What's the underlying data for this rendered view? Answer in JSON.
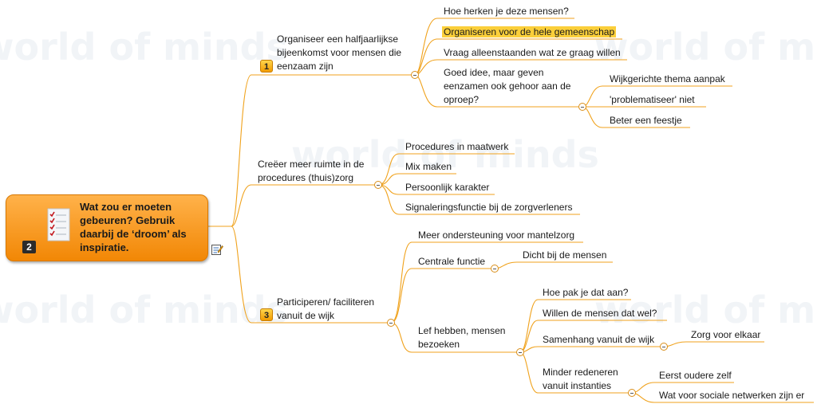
{
  "watermark": "world of minds",
  "root": {
    "title": "Wat zou er moeten gebeuren? Gebruik daarbij de ‘droom’ als inspiratie.",
    "badge": "2",
    "icon": "checklist-icon",
    "note_icon": "note-icon"
  },
  "branches": [
    {
      "badge": "1",
      "label_lines": [
        "Organiseer een halfjaarlijkse",
        "bijeenkomst voor mensen die",
        "eenzaam zijn"
      ],
      "children": [
        {
          "label": "Hoe herken je deze mensen?"
        },
        {
          "label": "Organiseren voor de hele gemeenschap",
          "highlight": "#fbcf3a"
        },
        {
          "label": "Vraag  alleenstaanden wat ze graag willen"
        },
        {
          "label_lines": [
            "Goed idee, maar geven",
            "eenzamen ook gehoor aan de",
            "oproep?"
          ],
          "children": [
            {
              "label": "Wijkgerichte thema aanpak"
            },
            {
              "label": "'problematiseer' niet"
            },
            {
              "label": "Beter een feestje"
            }
          ]
        }
      ]
    },
    {
      "label_lines": [
        "Creëer meer ruimte in de",
        "procedures (thuis)zorg"
      ],
      "children": [
        {
          "label": "Procedures in maatwerk"
        },
        {
          "label": "Mix maken"
        },
        {
          "label": "Persoonlijk karakter"
        },
        {
          "label": "Signaleringsfunctie bij de zorgverleners"
        }
      ]
    },
    {
      "badge": "3",
      "label_lines": [
        "Participeren/ faciliteren",
        "vanuit de wijk"
      ],
      "children": [
        {
          "label": "Meer ondersteuning voor mantelzorg"
        },
        {
          "label": "Centrale functie",
          "children": [
            {
              "label": "Dicht bij de mensen"
            }
          ]
        },
        {
          "label_lines": [
            "Lef hebben, mensen",
            "bezoeken"
          ],
          "children": [
            {
              "label": "Hoe pak je dat aan?"
            },
            {
              "label": "Willen de mensen dat wel?"
            },
            {
              "label": "Samenhang vanuit de wijk",
              "children": [
                {
                  "label": "Zorg voor elkaar"
                }
              ]
            },
            {
              "label_lines": [
                "Minder redeneren",
                "vanuit instanties"
              ],
              "children": [
                {
                  "label": "Eerst oudere zelf"
                },
                {
                  "label": "Wat voor sociale netwerken zijn er"
                }
              ]
            }
          ]
        }
      ]
    }
  ],
  "colors": {
    "branch_line": "#f0a21c",
    "root_fill_top": "#ffb24a",
    "root_fill_bottom": "#f28705",
    "highlight": "#fbcf3a"
  }
}
